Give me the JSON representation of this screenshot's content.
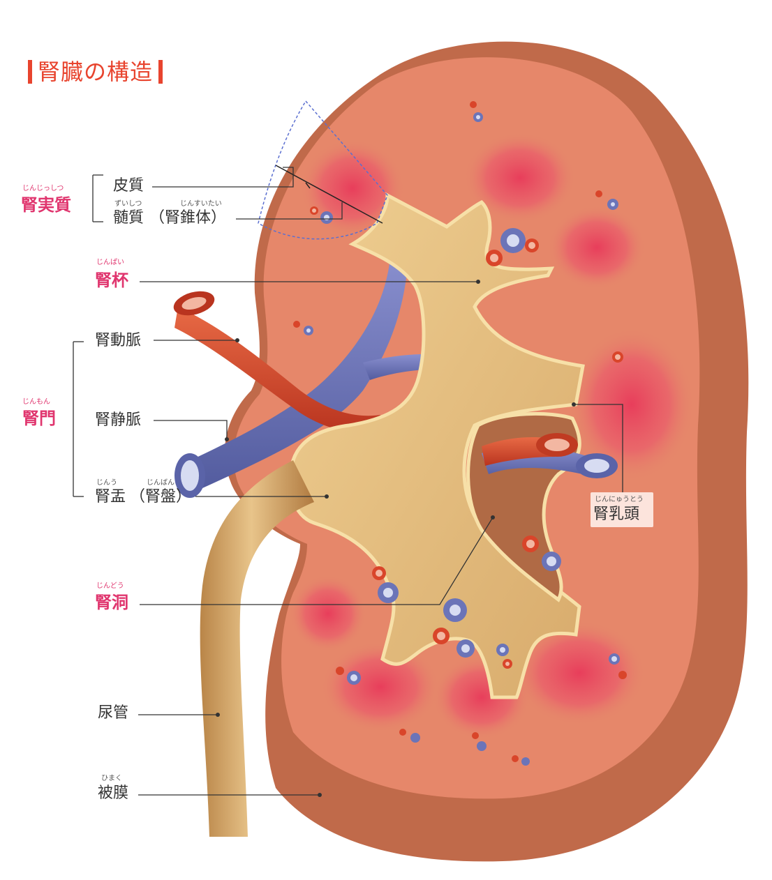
{
  "title": "腎臓の構造",
  "labels": {
    "renal_parenchyma": {
      "text": "腎実質",
      "ruby": "じんじっしつ"
    },
    "cortex": {
      "text": "皮質"
    },
    "medulla": {
      "text": "髄質",
      "ruby": "ずいしつ"
    },
    "renal_pyramid": {
      "text": "（腎錐体）",
      "ruby": "じんすいたい"
    },
    "renal_calyx": {
      "text": "腎杯",
      "ruby": "じんぱい"
    },
    "renal_artery": {
      "text": "腎動脈"
    },
    "renal_hilum": {
      "text": "腎門",
      "ruby": "じんもん"
    },
    "renal_vein": {
      "text": "腎静脈"
    },
    "renal_pelvis": {
      "text": "腎盂",
      "ruby": "じんう"
    },
    "renal_pelvis_alt": {
      "text": "（腎盤）",
      "ruby": "じんばん"
    },
    "renal_sinus": {
      "text": "腎洞",
      "ruby": "じんどう"
    },
    "ureter": {
      "text": "尿管"
    },
    "capsule": {
      "text": "被膜",
      "ruby": "ひまく"
    },
    "renal_papilla": {
      "text": "腎乳頭",
      "ruby": "じんにゅうとう"
    }
  },
  "colors": {
    "title": "#e8442e",
    "pink_label": "#e0356e",
    "label": "#333333",
    "capsule": "#c97350",
    "cortex": "#e6876a",
    "pyramid": "#e64b64",
    "pelvis": "#e2b878",
    "artery": "#d9452a",
    "vein": "#6b74b8"
  }
}
